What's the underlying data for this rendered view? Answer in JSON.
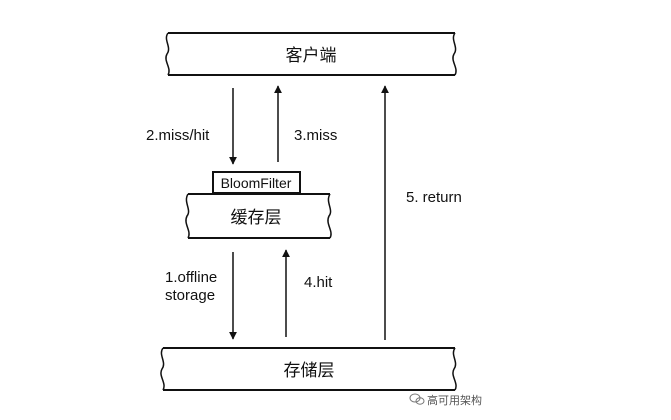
{
  "layers": {
    "client": "客户端",
    "cache": "缓存层",
    "storage": "存储层"
  },
  "filter": "BloomFilter",
  "flows": {
    "miss_hit": "2.miss/hit",
    "miss": "3.miss",
    "offline_line1": "1.offline",
    "offline_line2": "storage",
    "hit": "4.hit",
    "return": "5. return"
  },
  "watermark": "高可用架构"
}
